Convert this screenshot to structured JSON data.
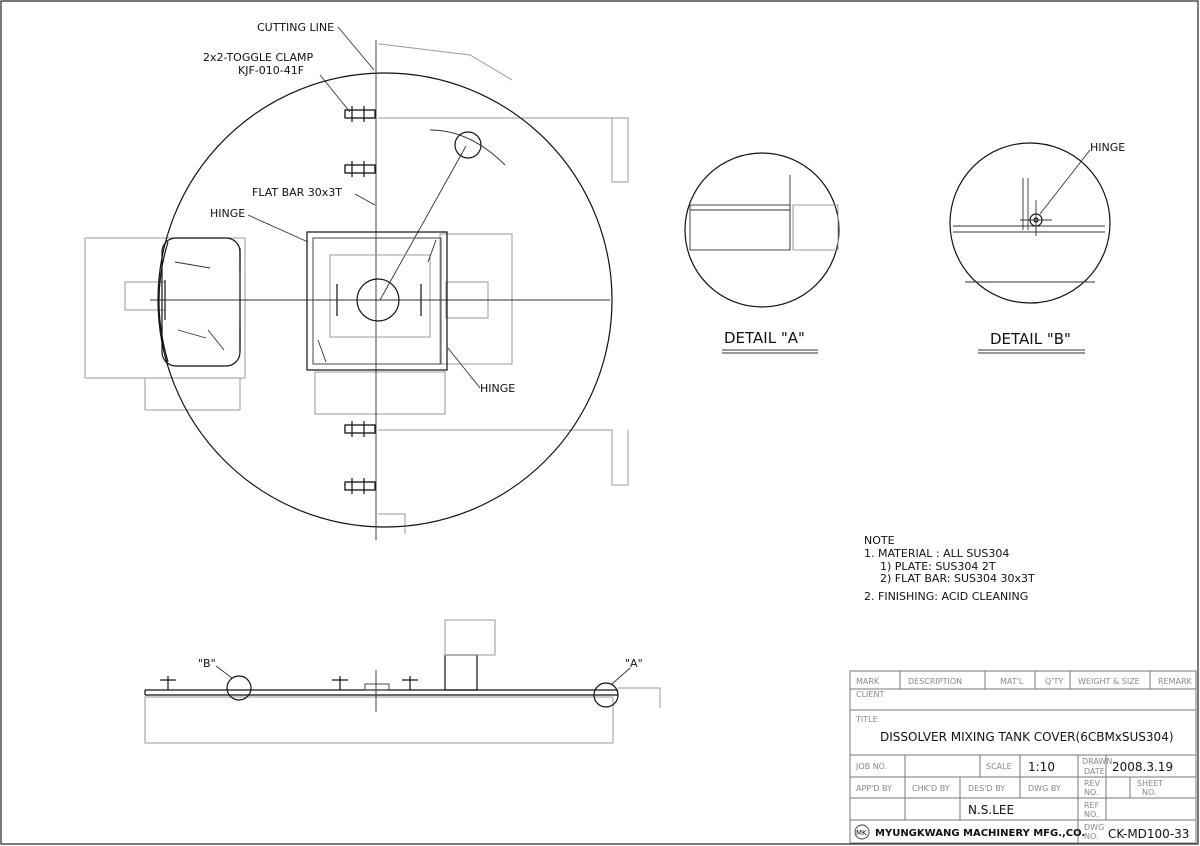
{
  "callouts": {
    "cutting_line": "CUTTING LINE",
    "toggle_clamp_1": "2x2-TOGGLE CLAMP",
    "toggle_clamp_2": "KJF-010-41F",
    "flat_bar": "FLAT BAR 30x3T",
    "hinge_left": "HINGE",
    "hinge_center": "HINGE",
    "hinge_detail_b": "HINGE",
    "ref_b": "\"B\"",
    "ref_a": "\"A\""
  },
  "details": {
    "a_title": "DETAIL \"A\"",
    "b_title": "DETAIL \"B\""
  },
  "notes": {
    "heading": "NOTE",
    "line1": "1. MATERIAL :  ALL SUS304",
    "line2": "1) PLATE: SUS304 2T",
    "line3": "2) FLAT BAR: SUS304 30x3T",
    "line4": "2. FINISHING: ACID CLEANING"
  },
  "title_block": {
    "headers": {
      "mark": "MARK",
      "description": "DESCRIPTION",
      "matl": "MAT'L",
      "qty": "Q'TY",
      "weight_size": "WEIGHT & SIZE",
      "remark": "REMARK"
    },
    "client_label": "CLIENT",
    "title_label": "TITLE",
    "title": "DISSOLVER MIXING TANK COVER(6CBMxSUS304)",
    "job_no_label": "JOB NO.",
    "scale_label": "SCALE",
    "scale": "1:10",
    "drawn_date_label_1": "DRAWN",
    "drawn_date_label_2": "DATE",
    "drawn_date": "2008.3.19",
    "appd_by_label": "APP'D BY",
    "chkd_by_label": "CHK'D BY",
    "desd_by_label": "DES'D BY",
    "dwg_by_label": "DWG BY",
    "rev_no_label_1": "REV",
    "rev_no_label_2": "NO.",
    "sheet_no_label_1": "SHEET",
    "sheet_no_label_2": "NO.",
    "designer": "N.S.LEE",
    "ref_no_label_1": "REF",
    "ref_no_label_2": "NO.",
    "company": "MYUNGKWANG MACHINERY MFG.,CO.",
    "logo_text": "MK",
    "dwg_no_label_1": "DWG",
    "dwg_no_label_2": "NO.",
    "dwg_no": "CK-MD100-33"
  }
}
